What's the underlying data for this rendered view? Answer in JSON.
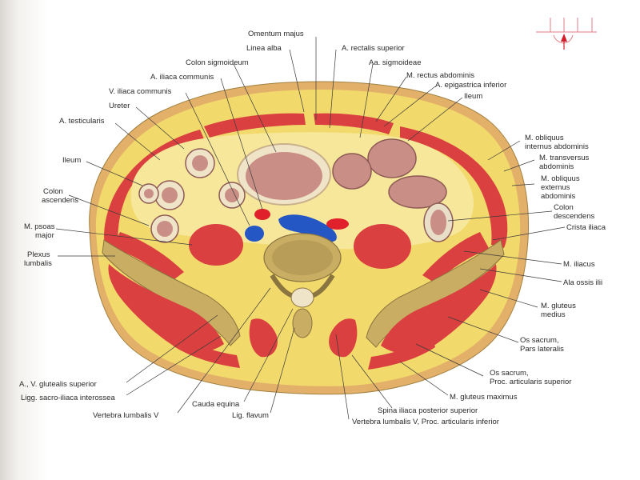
{
  "labels": {
    "omentum_majus": "Omentum majus",
    "linea_alba": "Linea alba",
    "a_rectalis_superior": "A. rectalis superior",
    "colon_sigmoideum": "Colon sigmoideum",
    "aa_sigmoideae": "Aa. sigmoideae",
    "a_iliaca_communis": "A. iliaca communis",
    "m_rectus_abdominis": "M. rectus abdominis",
    "v_iliaca_communis": "V. iliaca communis",
    "a_epigastrica_inferior": "A. epigastrica inferior",
    "ureter": "Ureter",
    "ileum_top": "Ileum",
    "a_testicularis": "A. testicularis",
    "m_obliquus_internus_1": "M. obliquus",
    "m_obliquus_internus_2": "internus abdominis",
    "m_transversus_1": "M. transversus",
    "m_transversus_2": "abdominis",
    "ileum_left": "Ileum",
    "m_obliquus_externus_1": "M. obliquus",
    "m_obliquus_externus_2": "externus",
    "m_obliquus_externus_3": "abdominis",
    "colon_ascendens_1": "Colon",
    "colon_ascendens_2": "ascendens",
    "colon_descendens_1": "Colon",
    "colon_descendens_2": "descendens",
    "m_psoas_major_1": "M. psoas",
    "m_psoas_major_2": "major",
    "crista_iliaca": "Crista iliaca",
    "plexus_lumbalis_1": "Plexus",
    "plexus_lumbalis_2": "lumbalis",
    "m_iliacus": "M. iliacus",
    "ala_ossis_ilii": "Ala ossis ilii",
    "m_gluteus_medius_1": "M. gluteus",
    "m_gluteus_medius_2": "medius",
    "os_sacrum_lat_1": "Os sacrum,",
    "os_sacrum_lat_2": "Pars lateralis",
    "os_sacrum_art_1": "Os sacrum,",
    "os_sacrum_art_2": "Proc. articularis superior",
    "a_v_glutealis_superior": "A., V. glutealis superior",
    "m_gluteus_maximus": "M. gluteus maximus",
    "ligg_sacro_iliaca": "Ligg. sacro-iliaca interossea",
    "spina_iliaca": "Spina iliaca posterior superior",
    "cauda_equina": "Cauda equina",
    "vertebra_lumbalis_v": "Vertebra lumbalis V",
    "lig_flavum": "Lig. flavum",
    "vertebra_lumbalis_v_proc": "Vertebra lumbalis V, Proc. articularis inferior"
  },
  "colors": {
    "fat": "#f2d96b",
    "fat_light": "#f7e79a",
    "muscle": "#d9403f",
    "muscle_dark": "#b8302f",
    "bone": "#c9ad63",
    "bone_spongy": "#a8904e",
    "gut": "#c98f86",
    "gut_dark": "#8e5a55",
    "artery": "#e0202a",
    "vein": "#2456c4",
    "skin": "#e8b890"
  },
  "icons": {
    "orientation": "body-section-orientation-icon"
  }
}
